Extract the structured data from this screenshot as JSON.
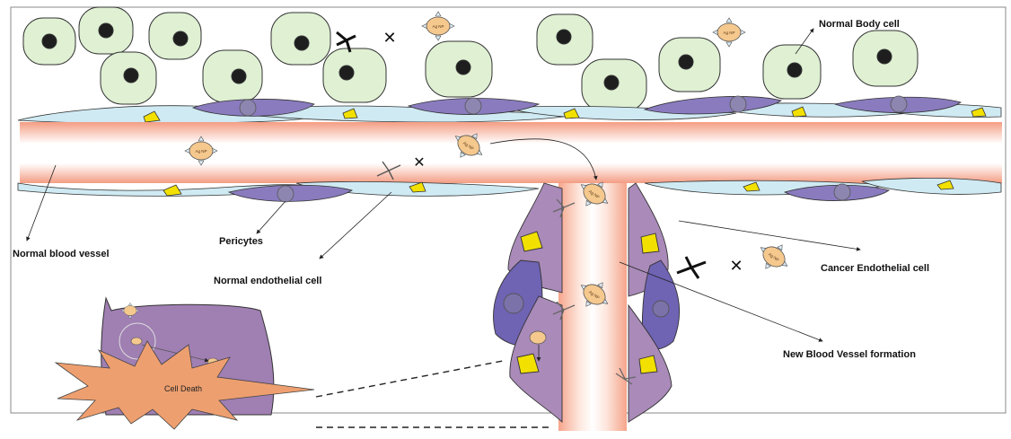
{
  "labels": {
    "normal_body_cell": "Normal Body cell",
    "normal_blood_vessel": "Normal blood vessel",
    "pericytes": "Pericytes",
    "normal_endothelial_cell": "Normal endothelial cell",
    "cancer_endothelial_cell": "Cancer Endothelial cell",
    "new_blood_vessel_formation": "New Blood Vessel formation",
    "cell_death": "Cell Death"
  },
  "particle_label": "Ag NP",
  "colors": {
    "body_cell_fill": "#dff0d3",
    "nucleus": "#1e1e1e",
    "endothelial_fill": "#cfeaf3",
    "pericyte_fill": "#8a7bbf",
    "vessel_glow": "#f6a58c",
    "cancer_cell_fill": "#a98ab8",
    "cancer_nucleus": "#f2e000",
    "nanoparticle": "#f5c88e",
    "dying_cell": "#a07fb3",
    "burst": "#ee9f6f"
  }
}
